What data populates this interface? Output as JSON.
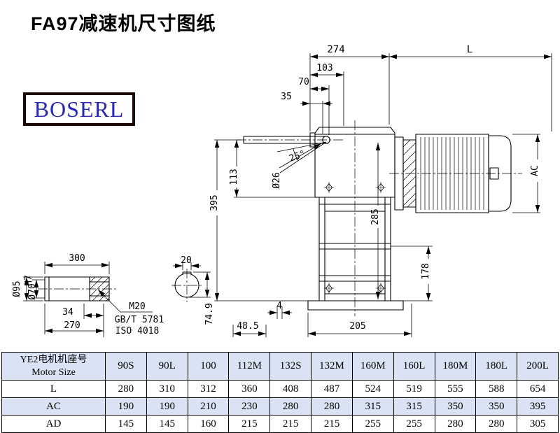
{
  "title": "FA97减速机尺寸图纸",
  "logo_text": "BOSERL",
  "main_drawing": {
    "dim_274": "274",
    "dim_l": "L",
    "dim_103": "103",
    "dim_70": "70",
    "dim_35": "35",
    "dim_angle": "25°",
    "dim_o26": "Ø26",
    "dim_113": "113",
    "dim_395": "395",
    "dim_285": "285",
    "dim_ac": "AC",
    "dim_178": "178",
    "dim_4": "4",
    "dim_48_5": "48.5",
    "dim_205": "205"
  },
  "shaft_drawing": {
    "dim_300": "300",
    "dim_o95": "Ø95",
    "dim_o70": "Ø70",
    "dim_o70_tol": "H7",
    "dim_34": "34",
    "dim_270": "270",
    "bolt_line1": "M20",
    "bolt_line2": "GB/T 5781",
    "bolt_line3": "ISO 4018"
  },
  "key_section": {
    "dim_20": "20",
    "dim_74_9": "74.9"
  },
  "table": {
    "size_label_cn": "YE2电机机座号",
    "size_label_en": "Motor Size",
    "columns": [
      "90S",
      "90L",
      "100",
      "112M",
      "132S",
      "132M",
      "160M",
      "160L",
      "180M",
      "180L",
      "200L"
    ],
    "rows": [
      {
        "label": "L",
        "values": [
          "280",
          "310",
          "312",
          "360",
          "408",
          "487",
          "524",
          "519",
          "555",
          "588",
          "654"
        ]
      },
      {
        "label": "AC",
        "values": [
          "190",
          "190",
          "210",
          "230",
          "280",
          "280",
          "315",
          "315",
          "350",
          "350",
          "395"
        ]
      },
      {
        "label": "AD",
        "values": [
          "145",
          "145",
          "160",
          "215",
          "215",
          "215",
          "255",
          "255",
          "280",
          "280",
          "305"
        ]
      }
    ]
  }
}
